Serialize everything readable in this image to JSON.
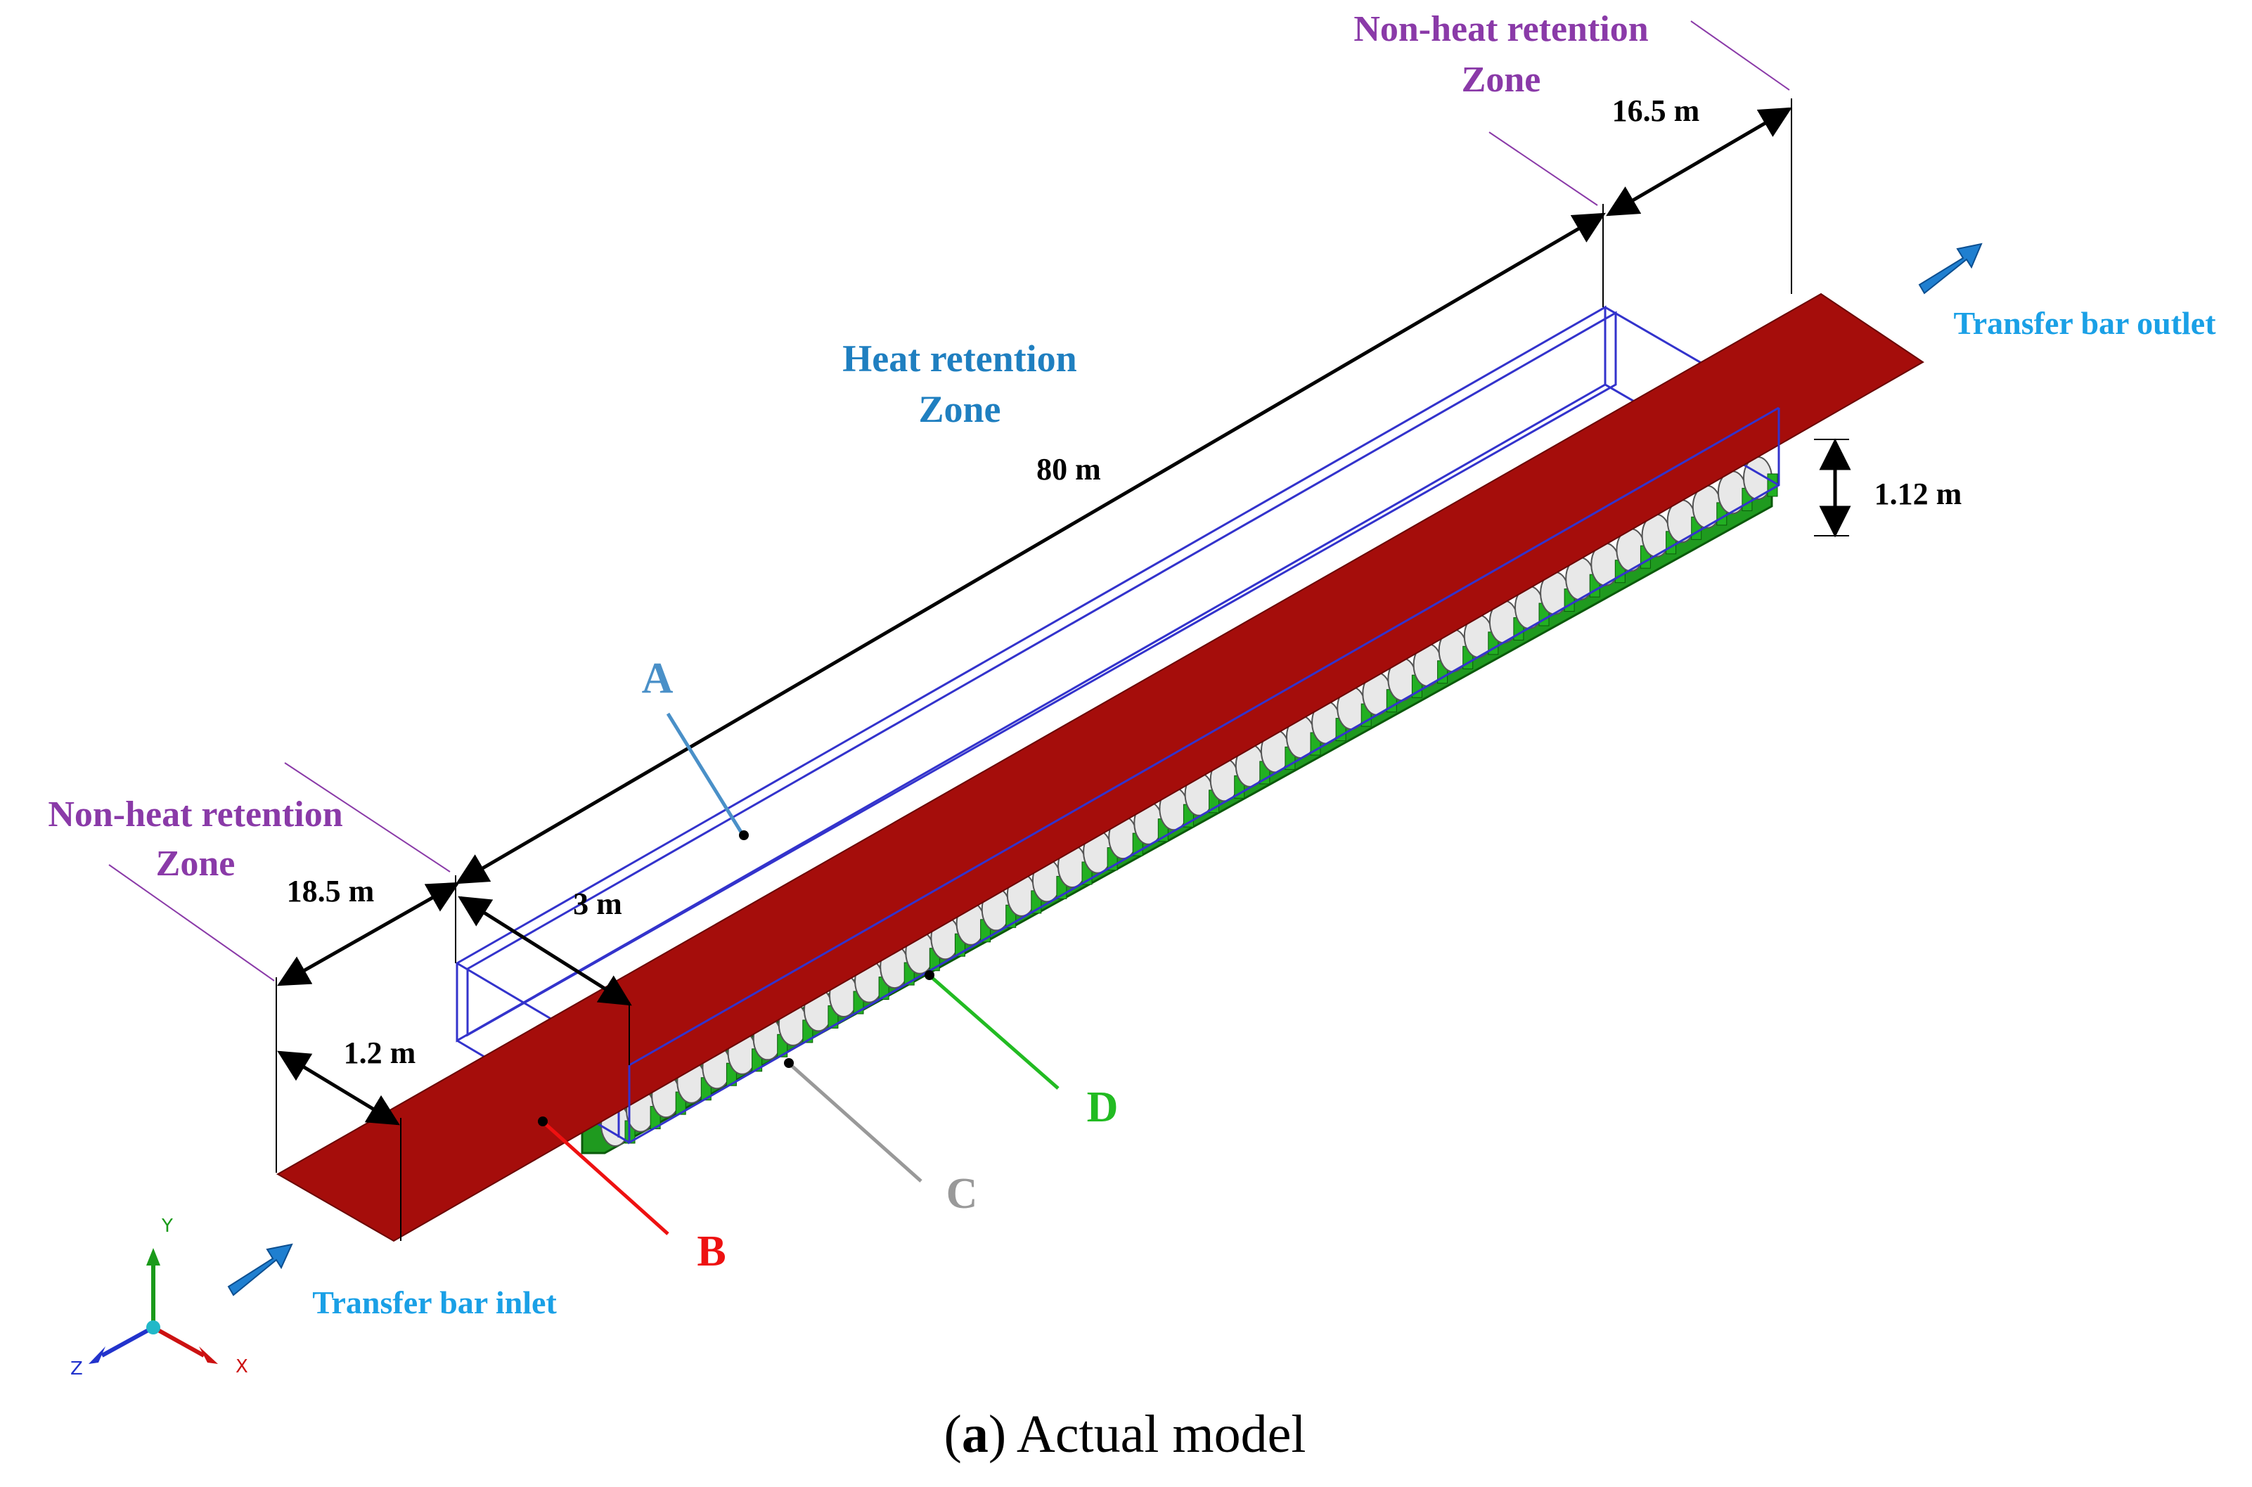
{
  "zones": {
    "non_heat_left": {
      "line1": "Non-heat retention",
      "line2": "Zone"
    },
    "non_heat_right": {
      "line1": "Non-heat retention",
      "line2": "Zone"
    },
    "heat": {
      "line1": "Heat retention",
      "line2": "Zone"
    }
  },
  "dimensions": {
    "length_heat": "80 m",
    "length_left": "18.5 m",
    "length_right": "16.5 m",
    "width_box": "3 m",
    "width_bar": "1.2 m",
    "height_box": "1.12 m"
  },
  "flow": {
    "inlet": "Transfer bar inlet",
    "outlet": "Transfer bar outlet"
  },
  "parts": {
    "a": "A",
    "b": "B",
    "c": "C",
    "d": "D"
  },
  "axes": {
    "x": "X",
    "y": "Y",
    "z": "Z"
  },
  "caption": {
    "letter": "a",
    "text": " Actual model"
  },
  "colors": {
    "bar": "#a50d0b",
    "box": "#3333cc",
    "roller": "#e8e8e8",
    "support": "#22b022",
    "zone_text": "#8a3aa8",
    "heat_text": "#1f7fc0",
    "flow_text": "#1aa0e6",
    "label_a": "#4a90c8",
    "label_b": "#ee1111",
    "label_c": "#999999",
    "label_d": "#22bb22"
  }
}
